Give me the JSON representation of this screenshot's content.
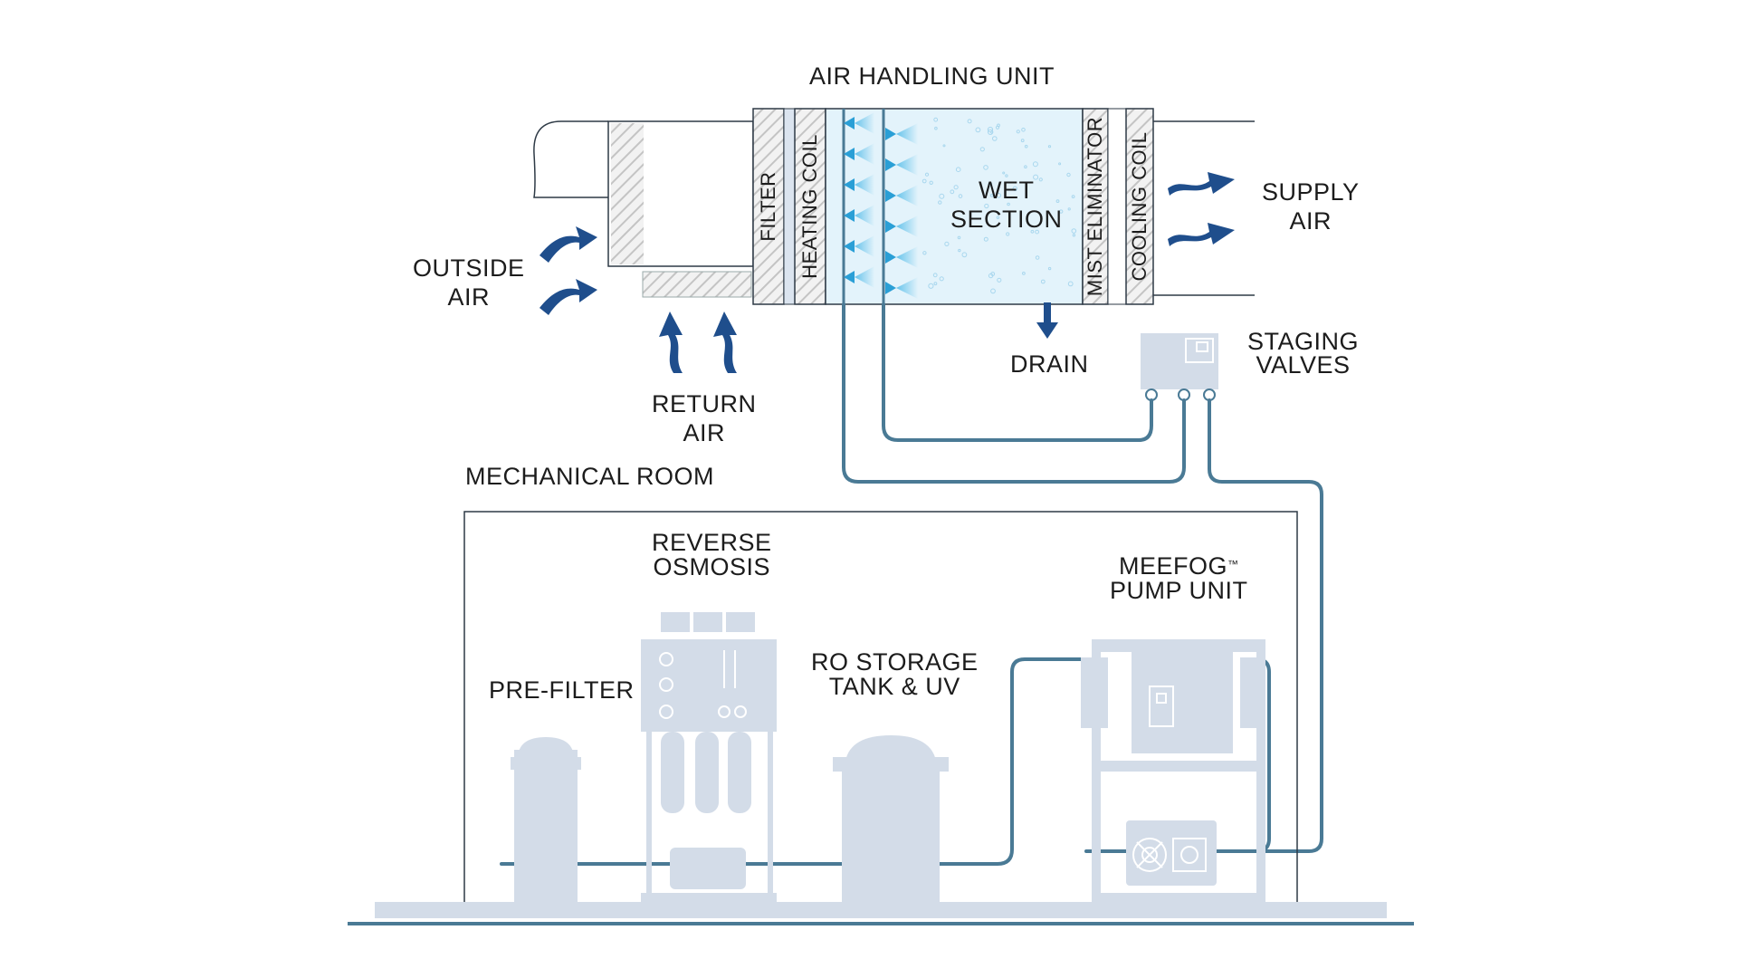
{
  "colors": {
    "equipment": "#d3dce8",
    "pipe": "#4a7a95",
    "arrow": "#1f4e8c",
    "wet_section": "#dff1fb",
    "spray": "#5fc0ea",
    "filter_hatch": "#c9c9c9",
    "outline": "#33404d"
  },
  "labels": {
    "air_handling_unit": "AIR HANDLING UNIT",
    "outside_air": [
      "OUTSIDE",
      "AIR"
    ],
    "return_air": [
      "RETURN",
      "AIR"
    ],
    "supply_air": [
      "SUPPLY",
      "AIR"
    ],
    "wet_section": [
      "WET",
      "SECTION"
    ],
    "drain": "DRAIN",
    "staging_valves": [
      "STAGING",
      "VALVES"
    ],
    "mechanical_room": "MECHANICAL ROOM",
    "reverse_osmosis": [
      "REVERSE",
      "OSMOSIS"
    ],
    "pre_filter": "PRE-FILTER",
    "ro_storage": [
      "RO STORAGE",
      "TANK & UV"
    ],
    "pump_unit": [
      "MEEFOG",
      "PUMP UNIT"
    ],
    "pump_unit_mark": "™"
  },
  "ahu_sections": {
    "filter": "FILTER",
    "heating_coil": "HEATING COIL",
    "mist_eliminator": "MIST ELIMINATOR",
    "cooling_coil": "COOLING COIL"
  },
  "icons": [
    "outside-air-arrow-icon",
    "return-air-arrow-icon",
    "supply-air-arrow-icon",
    "drain-arrow-icon",
    "spray-nozzle-icon"
  ]
}
